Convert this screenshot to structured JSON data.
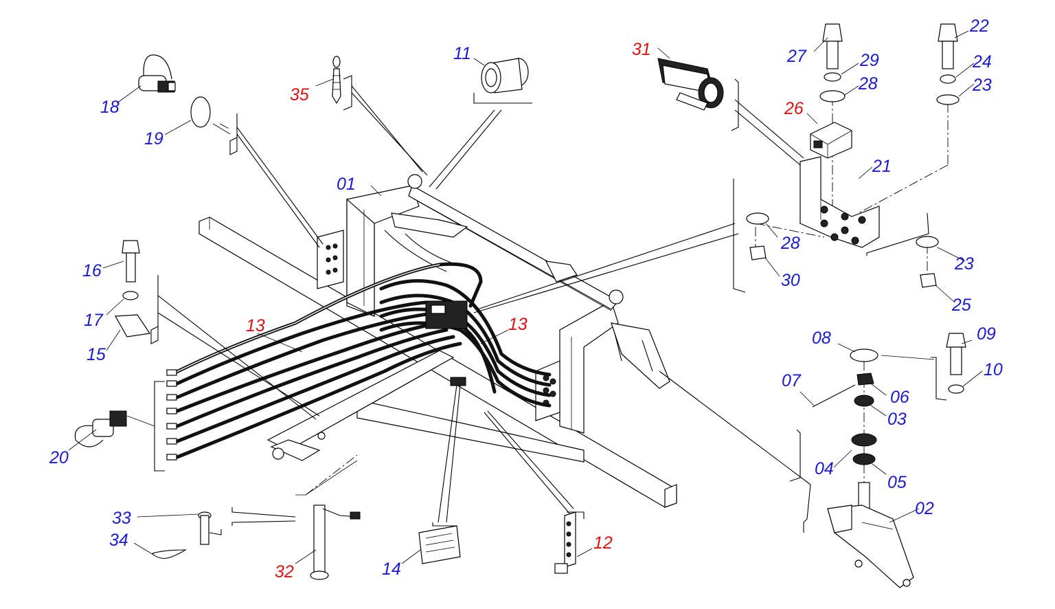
{
  "labels": [
    {
      "id": "01",
      "text": "01",
      "color": "#1a1ad0"
    },
    {
      "id": "02",
      "text": "02",
      "color": "#1a1ad0"
    },
    {
      "id": "03",
      "text": "03",
      "color": "#1a1ad0"
    },
    {
      "id": "04",
      "text": "04",
      "color": "#1a1ad0"
    },
    {
      "id": "05",
      "text": "05",
      "color": "#1a1ad0"
    },
    {
      "id": "06",
      "text": "06",
      "color": "#1a1ad0"
    },
    {
      "id": "07",
      "text": "07",
      "color": "#1a1ad0"
    },
    {
      "id": "08",
      "text": "08",
      "color": "#1a1ad0"
    },
    {
      "id": "09",
      "text": "09",
      "color": "#1a1ad0"
    },
    {
      "id": "10",
      "text": "10",
      "color": "#1a1ad0"
    },
    {
      "id": "11",
      "text": "11",
      "color": "#1a1ad0"
    },
    {
      "id": "12",
      "text": "12",
      "color": "#e01010"
    },
    {
      "id": "13a",
      "text": "13",
      "color": "#e01010"
    },
    {
      "id": "13b",
      "text": "13",
      "color": "#e01010"
    },
    {
      "id": "14",
      "text": "14",
      "color": "#1a1ad0"
    },
    {
      "id": "15",
      "text": "15",
      "color": "#1a1ad0"
    },
    {
      "id": "16",
      "text": "16",
      "color": "#1a1ad0"
    },
    {
      "id": "17",
      "text": "17",
      "color": "#1a1ad0"
    },
    {
      "id": "18",
      "text": "18",
      "color": "#1a1ad0"
    },
    {
      "id": "19",
      "text": "19",
      "color": "#1a1ad0"
    },
    {
      "id": "20",
      "text": "20",
      "color": "#1a1ad0"
    },
    {
      "id": "21",
      "text": "21",
      "color": "#1a1ad0"
    },
    {
      "id": "22",
      "text": "22",
      "color": "#1a1ad0"
    },
    {
      "id": "23a",
      "text": "23",
      "color": "#1a1ad0"
    },
    {
      "id": "23b",
      "text": "23",
      "color": "#1a1ad0"
    },
    {
      "id": "24",
      "text": "24",
      "color": "#1a1ad0"
    },
    {
      "id": "25",
      "text": "25",
      "color": "#1a1ad0"
    },
    {
      "id": "26",
      "text": "26",
      "color": "#e01010"
    },
    {
      "id": "27",
      "text": "27",
      "color": "#1a1ad0"
    },
    {
      "id": "28a",
      "text": "28",
      "color": "#1a1ad0"
    },
    {
      "id": "28b",
      "text": "28",
      "color": "#1a1ad0"
    },
    {
      "id": "29",
      "text": "29",
      "color": "#1a1ad0"
    },
    {
      "id": "30",
      "text": "30",
      "color": "#1a1ad0"
    },
    {
      "id": "31",
      "text": "31",
      "color": "#e01010"
    },
    {
      "id": "32",
      "text": "32",
      "color": "#e01010"
    },
    {
      "id": "33",
      "text": "33",
      "color": "#1a1ad0"
    },
    {
      "id": "34",
      "text": "34",
      "color": "#1a1ad0"
    },
    {
      "id": "35",
      "text": "35",
      "color": "#e01010"
    }
  ]
}
